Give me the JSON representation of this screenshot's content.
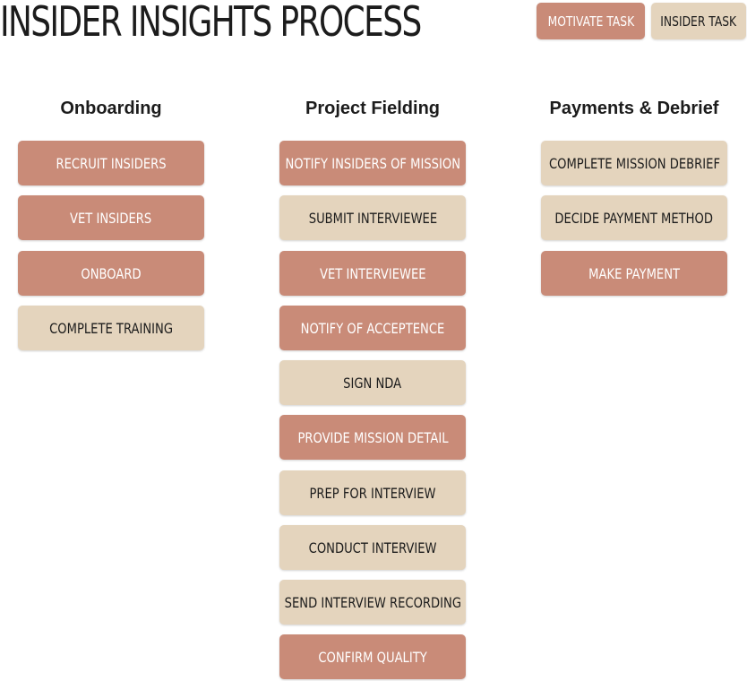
{
  "title": "INSIDER INSIGHTS PROCESS",
  "legend": {
    "motivate_label": "MOTIVATE TASK",
    "insider_label": "INSIDER TASK"
  },
  "colors": {
    "motivate": "#c98b78",
    "insider": "#e4d4bd"
  },
  "columns": [
    {
      "heading": "Onboarding",
      "tasks": [
        {
          "label": "RECRUIT INSIDERS",
          "type": "motivate"
        },
        {
          "label": "VET INSIDERS",
          "type": "motivate"
        },
        {
          "label": "ONBOARD",
          "type": "motivate"
        },
        {
          "label": "COMPLETE TRAINING",
          "type": "insider"
        }
      ]
    },
    {
      "heading": "Project Fielding",
      "tasks": [
        {
          "label": "NOTIFY INSIDERS OF MISSION",
          "type": "motivate"
        },
        {
          "label": "SUBMIT INTERVIEWEE",
          "type": "insider"
        },
        {
          "label": "VET INTERVIEWEE",
          "type": "motivate"
        },
        {
          "label": "NOTIFY OF ACCEPTENCE",
          "type": "motivate"
        },
        {
          "label": "SIGN NDA",
          "type": "insider"
        },
        {
          "label": "PROVIDE MISSION DETAIL",
          "type": "motivate"
        },
        {
          "label": "PREP FOR INTERVIEW",
          "type": "insider"
        },
        {
          "label": "CONDUCT INTERVIEW",
          "type": "insider"
        },
        {
          "label": "SEND INTERVIEW RECORDING",
          "type": "insider"
        },
        {
          "label": "CONFIRM QUALITY",
          "type": "motivate"
        }
      ]
    },
    {
      "heading": "Payments & Debrief",
      "tasks": [
        {
          "label": "COMPLETE MISSION DEBRIEF",
          "type": "insider"
        },
        {
          "label": "DECIDE PAYMENT METHOD",
          "type": "insider"
        },
        {
          "label": "MAKE PAYMENT",
          "type": "motivate"
        }
      ]
    }
  ]
}
